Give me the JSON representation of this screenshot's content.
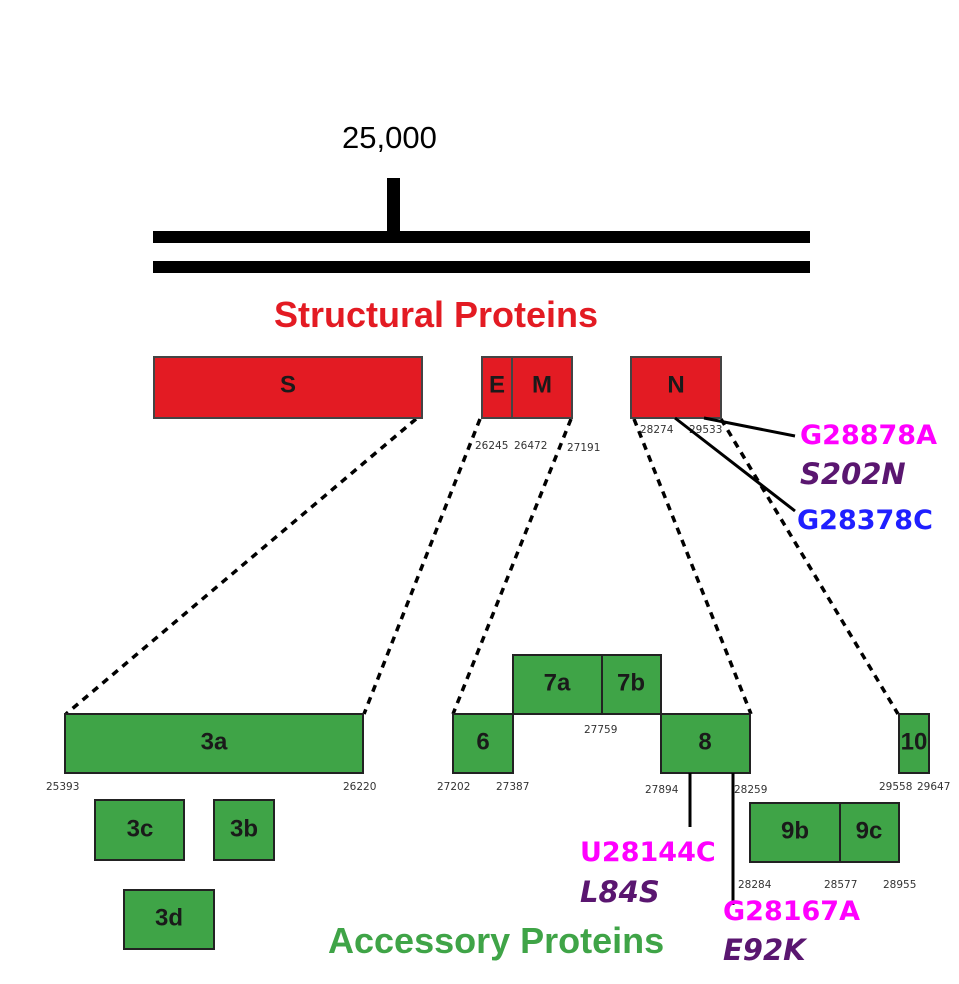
{
  "colors": {
    "structural": "#e31b23",
    "accessory": "#3fa447",
    "mutation_nt": "#ff00ff",
    "mutation_nt_alt": "#1f1fff",
    "mutation_aa": "#5a1670"
  },
  "genome_axis": {
    "tick_label": "25,000"
  },
  "structural": {
    "title": "Structural Proteins",
    "boxes": {
      "S": "S",
      "E": "E",
      "M": "M",
      "N": "N"
    },
    "coords": {
      "c26245": "26245",
      "c26472": "26472",
      "c27191": "27191",
      "c28274": "28274",
      "c29533": "29533"
    }
  },
  "accessory": {
    "title": "Accessory Proteins",
    "boxes": {
      "b3a": "3a",
      "b3c": "3c",
      "b3b": "3b",
      "b3d": "3d",
      "b6": "6",
      "b7a": "7a",
      "b7b": "7b",
      "b8": "8",
      "b9b": "9b",
      "b9c": "9c",
      "b10": "10"
    },
    "coords": {
      "c25393": "25393",
      "c26220": "26220",
      "c27202": "27202",
      "c27387": "27387",
      "c27759": "27759",
      "c27894": "27894",
      "c28259": "28259",
      "c28284": "28284",
      "c28577": "28577",
      "c28955": "28955",
      "c29558": "29558",
      "c29647": "29647"
    }
  },
  "mutations": {
    "g28878a": "G28878A",
    "s202n": "S202N",
    "g28378c": "G28378C",
    "u28144c": "U28144C",
    "l84s": "L84S",
    "g28167a": "G28167A",
    "e92k": "E92K"
  }
}
